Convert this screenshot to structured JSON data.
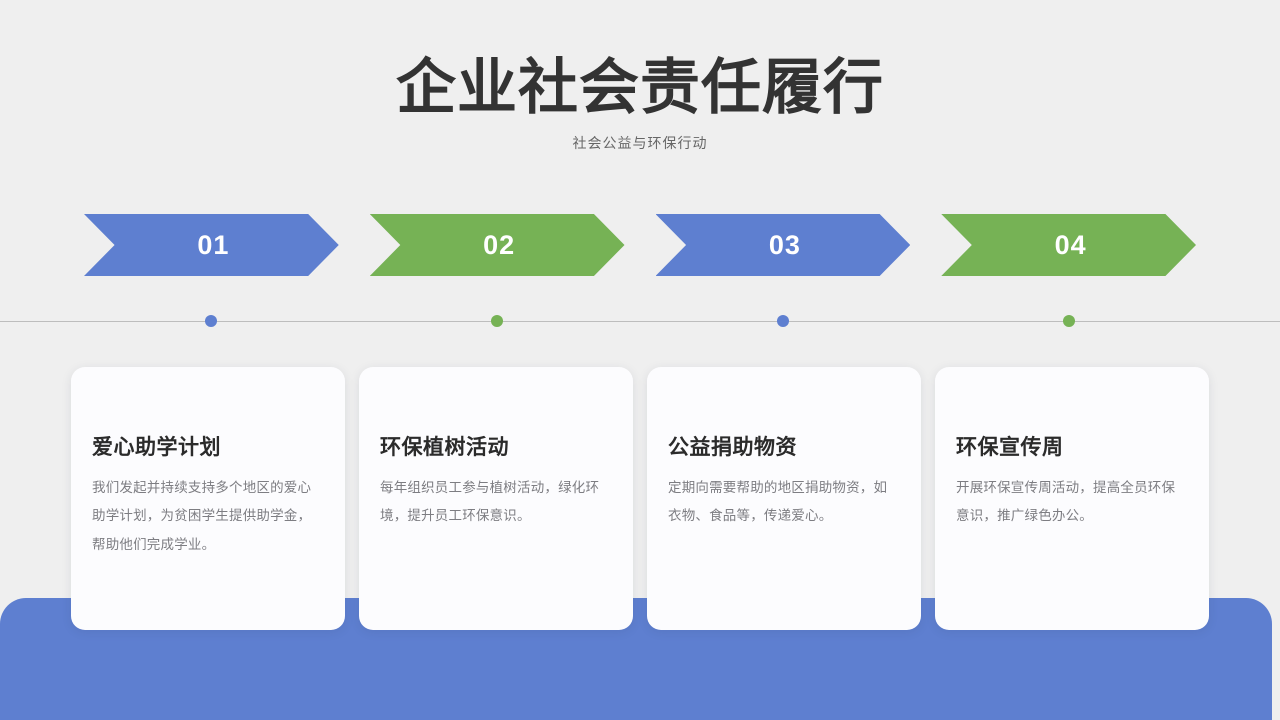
{
  "header": {
    "title": "企业社会责任履行",
    "subtitle": "社会公益与环保行动"
  },
  "colors": {
    "background": "#efefef",
    "blue": "#5e7fd0",
    "green": "#76b255",
    "title_text": "#333333",
    "subtitle_text": "#666666",
    "card_background": "#fcfcfe",
    "card_title_text": "#2b2b2b",
    "card_body_text": "#7d7d82",
    "timeline_line": "#bdbdbd"
  },
  "steps": [
    {
      "number": "01",
      "color": "#5e7fd0",
      "dot_color": "#5e7fd0"
    },
    {
      "number": "02",
      "color": "#76b255",
      "dot_color": "#76b255"
    },
    {
      "number": "03",
      "color": "#5e7fd0",
      "dot_color": "#5e7fd0"
    },
    {
      "number": "04",
      "color": "#76b255",
      "dot_color": "#76b255"
    }
  ],
  "cards": [
    {
      "title": "爱心助学计划",
      "description": "我们发起并持续支持多个地区的爱心助学计划，为贫困学生提供助学金，帮助他们完成学业。"
    },
    {
      "title": "环保植树活动",
      "description": "每年组织员工参与植树活动，绿化环境，提升员工环保意识。"
    },
    {
      "title": "公益捐助物资",
      "description": "定期向需要帮助的地区捐助物资，如衣物、食品等，传递爱心。"
    },
    {
      "title": "环保宣传周",
      "description": "开展环保宣传周活动，提高全员环保意识，推广绿色办公。"
    }
  ]
}
